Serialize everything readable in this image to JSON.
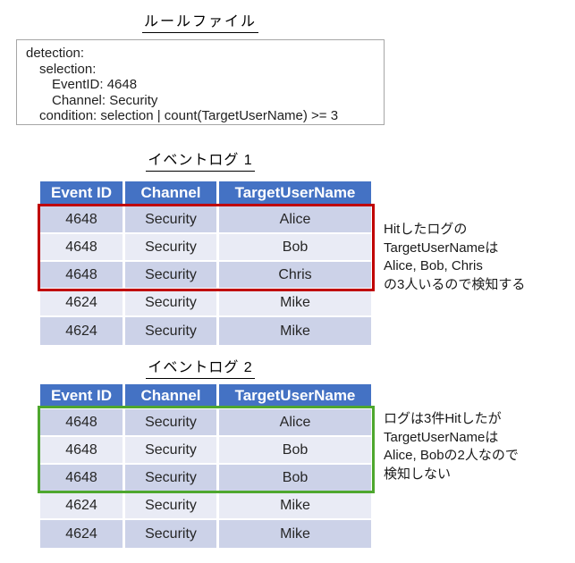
{
  "rule_file": {
    "title": "ルールファイル",
    "lines": [
      {
        "text": "detection:",
        "indent": 0
      },
      {
        "text": "selection:",
        "indent": 1
      },
      {
        "text": "EventID: 4648",
        "indent": 2
      },
      {
        "text": "Channel: Security",
        "indent": 2
      },
      {
        "text": "condition: selection | count(TargetUserName) >= 3",
        "indent": 1
      }
    ]
  },
  "event_log_1": {
    "title": "イベントログ 1",
    "columns": [
      "Event ID",
      "Channel",
      "TargetUserName"
    ],
    "rows": [
      [
        "4648",
        "Security",
        "Alice"
      ],
      [
        "4648",
        "Security",
        "Bob"
      ],
      [
        "4648",
        "Security",
        "Chris"
      ],
      [
        "4624",
        "Security",
        "Mike"
      ],
      [
        "4624",
        "Security",
        "Mike"
      ]
    ],
    "highlighted_rows": "1-3",
    "annotation": [
      "Hitしたログの",
      "TargetUserNameは",
      "Alice, Bob, Chris",
      "の3人いるので検知する"
    ]
  },
  "event_log_2": {
    "title": "イベントログ 2",
    "columns": [
      "Event ID",
      "Channel",
      "TargetUserName"
    ],
    "rows": [
      [
        "4648",
        "Security",
        "Alice"
      ],
      [
        "4648",
        "Security",
        "Bob"
      ],
      [
        "4648",
        "Security",
        "Bob"
      ],
      [
        "4624",
        "Security",
        "Mike"
      ],
      [
        "4624",
        "Security",
        "Mike"
      ]
    ],
    "highlighted_rows": "1-3",
    "annotation": [
      "ログは3件Hitしたが",
      "TargetUserNameは",
      "Alice, Bobの2人なので",
      "検知しない"
    ]
  },
  "colors": {
    "header_bg": "#4472C4",
    "header_text": "#FFFFFF",
    "row_band_dark": "#CCD2E8",
    "row_band_light": "#E9EBF5",
    "hit_box_red": "#C00000",
    "hit_box_green": "#4EA72E",
    "rule_box_border": "#A6A6A6",
    "text": "#1F1F1F"
  }
}
